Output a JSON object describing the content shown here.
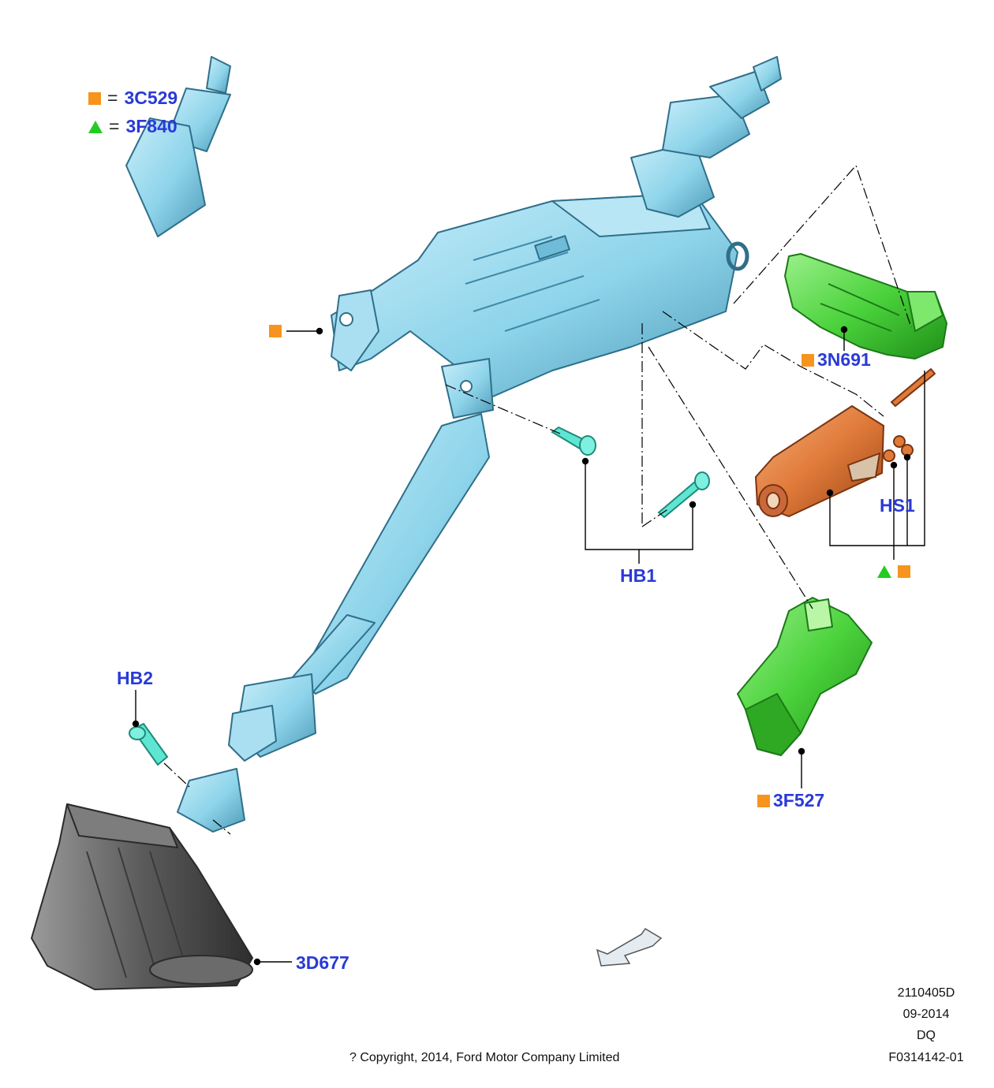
{
  "legend": [
    {
      "symbol": "orange-square",
      "eq": "=",
      "code": "3C529"
    },
    {
      "symbol": "green-triangle",
      "eq": "=",
      "code": "3F840"
    }
  ],
  "callouts": {
    "part_3n691": "3N691",
    "part_hs1": "HS1",
    "part_hb1": "HB1",
    "part_hb2": "HB2",
    "part_3f527": "3F527",
    "part_3d677": "3D677"
  },
  "footer": {
    "illustration_id": "2110405D",
    "date": "09-2014",
    "code": "DQ",
    "figure_number": "F0314142-01",
    "copyright": "? Copyright, 2014, Ford Motor Company Limited"
  },
  "colors": {
    "column": "#8ed4ea",
    "column_dark": "#4e9ab8",
    "green_part": "#4bd23c",
    "motor": "#e07a3a",
    "boot": "#5b5b5b",
    "label": "#2a3ad6",
    "orange_marker": "#f7941d",
    "green_marker": "#22cc22"
  }
}
